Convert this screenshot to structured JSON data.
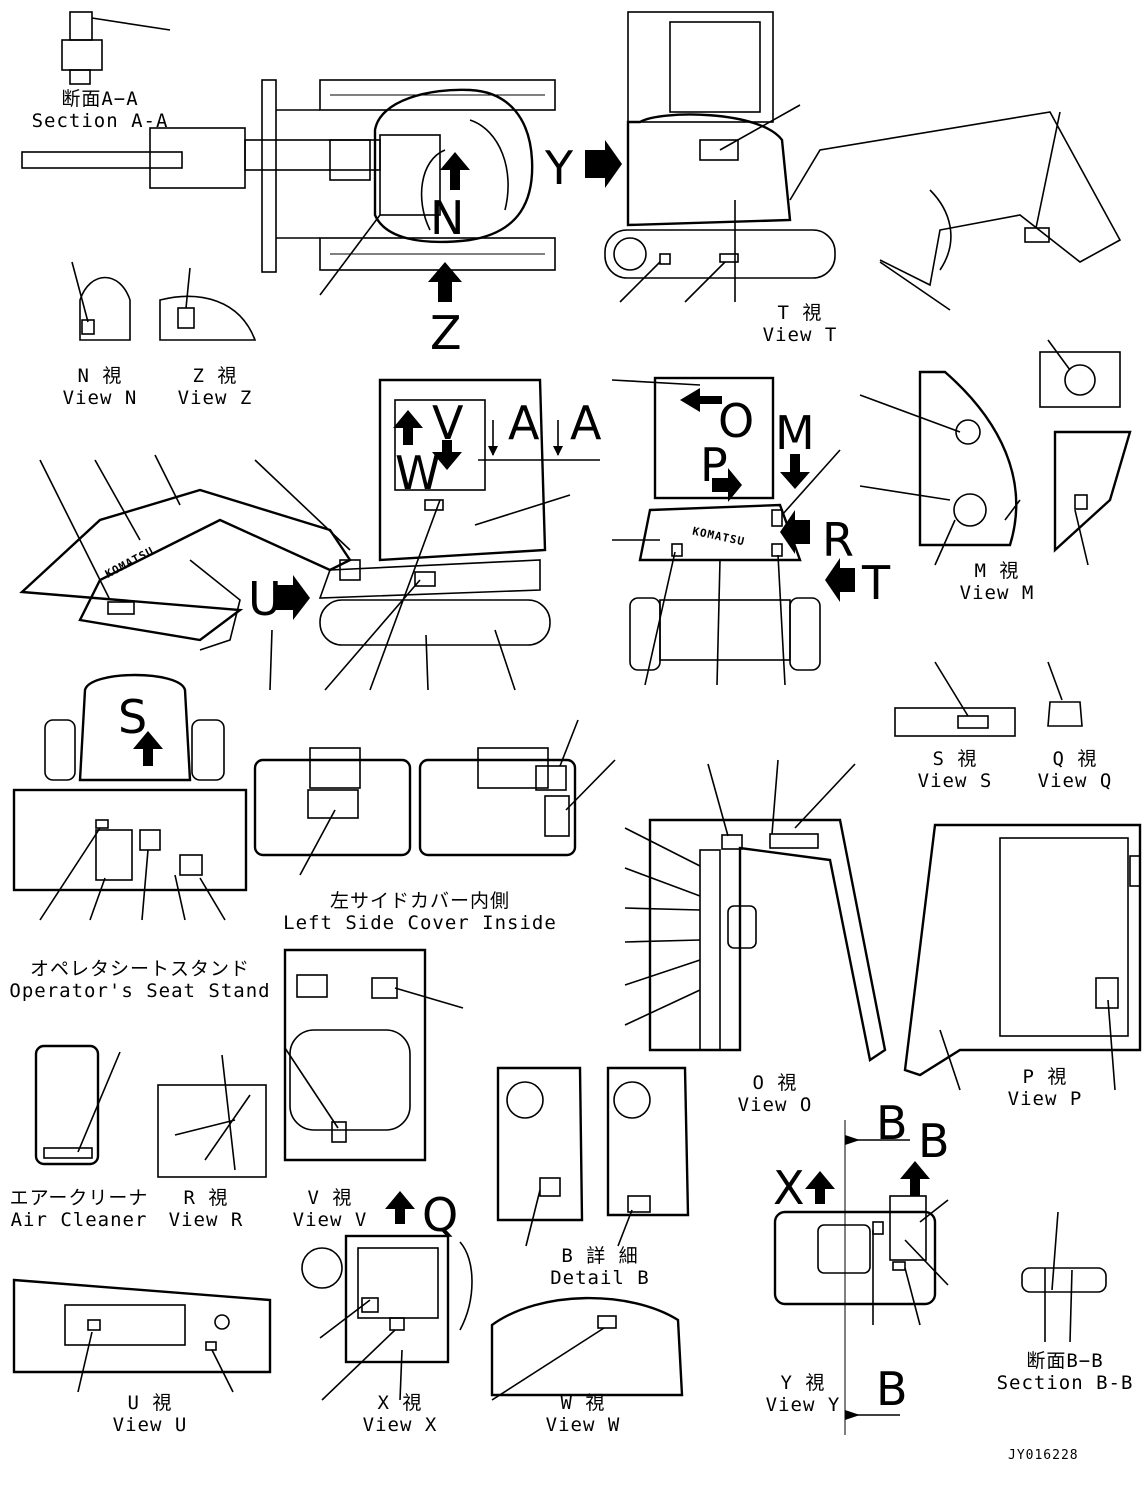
{
  "views": {
    "section_aa": {
      "jp": "断面A−A",
      "en": "Section A-A"
    },
    "view_n": {
      "jp": "N 視",
      "en": "View N"
    },
    "view_z": {
      "jp": "Z 視",
      "en": "View Z"
    },
    "view_t": {
      "jp": "T 視",
      "en": "View T"
    },
    "view_m": {
      "jp": "M 視",
      "en": "View M"
    },
    "view_s": {
      "jp": "S 視",
      "en": "View S"
    },
    "view_q": {
      "jp": "Q 視",
      "en": "View Q"
    },
    "left_cover": {
      "jp": "左サイドカバー内側",
      "en": "Left Side Cover Inside"
    },
    "seat_stand": {
      "jp": "オペレタシートスタンド",
      "en": "Operator's Seat Stand"
    },
    "view_o": {
      "jp": "O 視",
      "en": "View O"
    },
    "view_p": {
      "jp": "P 視",
      "en": "View P"
    },
    "air_cleaner": {
      "jp": "エアークリーナ",
      "en": "Air Cleaner"
    },
    "view_r": {
      "jp": "R 視",
      "en": "View R"
    },
    "view_v": {
      "jp": "V 視",
      "en": "View V"
    },
    "detail_b": {
      "jp": "B 詳 細",
      "en": "Detail B"
    },
    "view_y": {
      "jp": "Y 視",
      "en": "View Y"
    },
    "section_bb": {
      "jp": "断面B−B",
      "en": "Section B-B"
    },
    "view_u": {
      "jp": "U 視",
      "en": "View U"
    },
    "view_x": {
      "jp": "X 視",
      "en": "View X"
    },
    "view_w": {
      "jp": "W 視",
      "en": "View W"
    }
  },
  "letters": {
    "n": "N",
    "z": "Z",
    "y": "Y",
    "v": "V",
    "w": "W",
    "a1": "A",
    "a2": "A",
    "o": "O",
    "m": "M",
    "p": "P",
    "r": "R",
    "t": "T",
    "u": "U",
    "s": "S",
    "q": "Q",
    "b1": "B",
    "b2": "B",
    "b3": "B",
    "x": "X"
  },
  "brand": "KOMATSU",
  "drawing_code": "JY016228"
}
